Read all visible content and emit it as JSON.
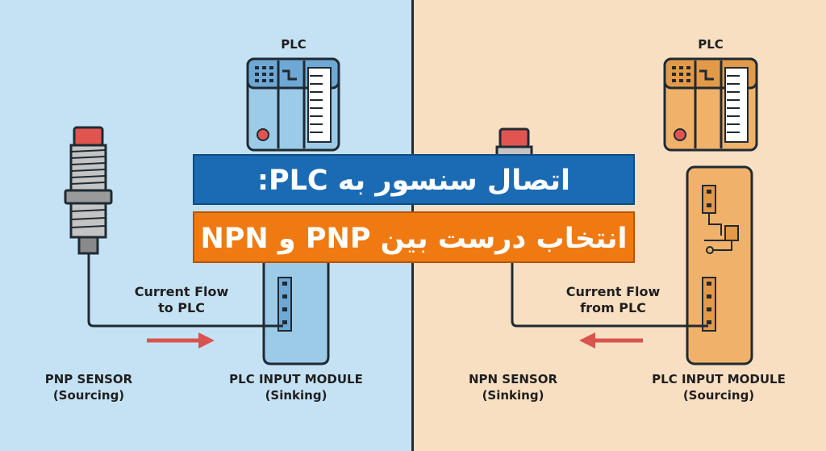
{
  "colors": {
    "left_bg": "#c5e2f4",
    "right_bg": "#f8dfc2",
    "title_line1_bg": "#1b6bb4",
    "title_line2_bg": "#f07a12",
    "arrow": "#d9534f",
    "plc_blue": "#9ccbe8",
    "plc_orange": "#f0b26a",
    "sensor_cap": "#e0554f",
    "sensor_body": "#c4c4c4"
  },
  "title": {
    "line1": "اتصال سنسور به PLC:",
    "line2": "انتخاب درست بین PNP و NPN"
  },
  "left": {
    "plc_label": "PLC",
    "flow_label_1": "Current Flow",
    "flow_label_2": "to PLC",
    "sensor_label_1": "PNP SENSOR",
    "sensor_label_2": "(Sourcing)",
    "module_label_1": "PLC INPUT MODULE",
    "module_label_2": "(Sinking)",
    "arrow_direction": "right"
  },
  "right": {
    "plc_label": "PLC",
    "flow_label_1": "Current Flow",
    "flow_label_2": "from PLC",
    "sensor_label_1": "NPN SENSOR",
    "sensor_label_2": "(Sinking)",
    "module_label_1": "PLC INPUT MODULE",
    "module_label_2": "(Sourcing)",
    "arrow_direction": "left"
  }
}
